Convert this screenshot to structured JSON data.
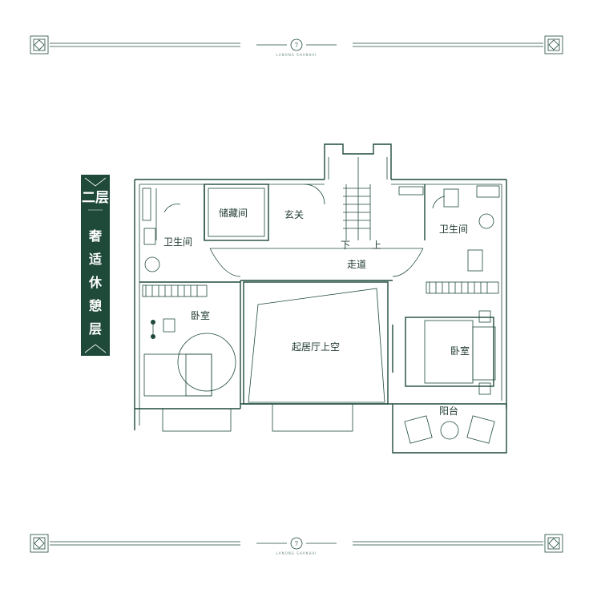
{
  "banner": {
    "floor": "二层",
    "subtitle": "奢适休憩层"
  },
  "brand": {
    "text": "LANONG SHANHAI"
  },
  "rooms": {
    "storage": "储藏间",
    "entry": "玄关",
    "bath_left": "卫生间",
    "bath_right": "卫生间",
    "corridor": "走道",
    "stair_down": "下",
    "stair_up": "上",
    "bedroom_left": "卧室",
    "bedroom_right": "卧室",
    "void": "起居厅上空",
    "balcony": "阳台"
  },
  "colors": {
    "primary": "#1f4a3a",
    "accent": "#2d5a49"
  }
}
